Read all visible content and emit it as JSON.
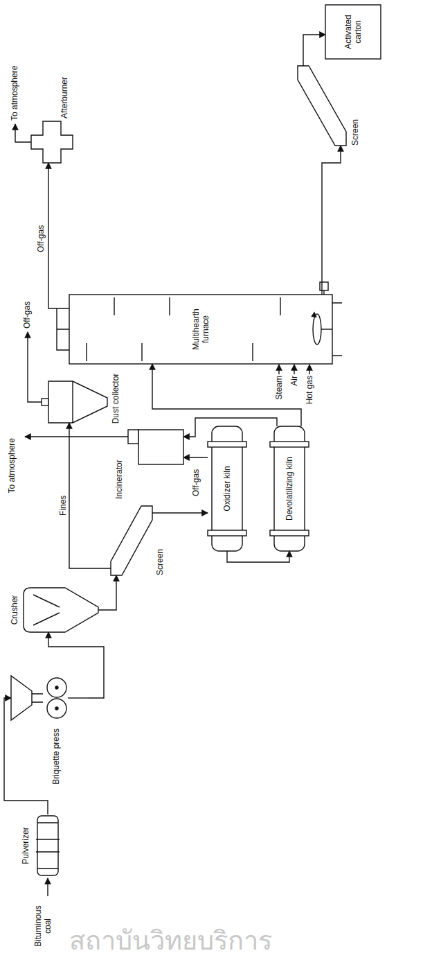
{
  "diagram": {
    "nodes": [
      {
        "text": [
          "Pulverizer"
        ]
      },
      {
        "text": [
          "Briquette press"
        ]
      },
      {
        "text": [
          "Crusher"
        ]
      },
      {
        "text": [
          "Screen"
        ]
      },
      {
        "text": [
          "Dust collector"
        ]
      },
      {
        "text": [
          "Oxidizer kiln"
        ]
      },
      {
        "text": [
          "Devolatilizing kiln"
        ]
      },
      {
        "text": [
          "Incinerator"
        ]
      },
      {
        "text": [
          "Multihearth furnace"
        ]
      },
      {
        "text": [
          "Afterburner"
        ]
      },
      {
        "text": [
          "Screen"
        ]
      },
      {
        "text": [
          "Activated carton"
        ]
      }
    ],
    "edges": [
      {
        "from": 0,
        "to": 1,
        "arrow": "to"
      },
      {
        "from": 1,
        "to": 2,
        "arrow": "to"
      },
      {
        "from": 2,
        "to": 3,
        "arrow": "to"
      },
      {
        "from": 3,
        "to": 4,
        "arrow": "to",
        "label": "Fines"
      },
      {
        "from": 3,
        "to": 5,
        "arrow": "to"
      },
      {
        "from": 5,
        "to": 6,
        "arrow": "to"
      },
      {
        "from": 5,
        "to": 7,
        "arrow": "to",
        "label": "Off-gas"
      },
      {
        "from": 6,
        "to": 7,
        "arrow": "to"
      },
      {
        "from": 6,
        "to": 8,
        "arrow": "to"
      },
      {
        "from": 8,
        "to": 9,
        "arrow": "to",
        "label": "Off-gas"
      },
      {
        "from": 8,
        "to": 10,
        "arrow": "to"
      },
      {
        "from": 10,
        "to": 11,
        "arrow": "to"
      }
    ],
    "labels": [
      "Bituminous coal",
      "Off-gas",
      "To atmosphere",
      "To atmosphere",
      "Steam",
      "Air",
      "Hot gas",
      "สถาบันวิทยบริการ"
    ]
  }
}
